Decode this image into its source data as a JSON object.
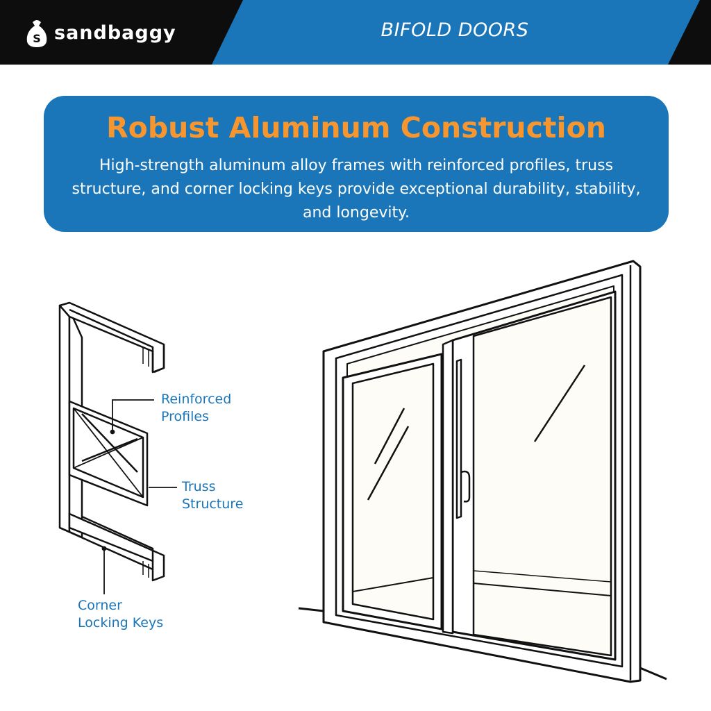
{
  "header": {
    "logo_text": "sandbaggy",
    "logo_badge": "S",
    "title": "BIFOLD DOORS"
  },
  "banner": {
    "title": "Robust Aluminum Construction",
    "body": "High-strength aluminum alloy frames with reinforced profiles, truss structure, and corner locking keys provide exceptional durability, stability, and longevity."
  },
  "callouts": {
    "reinforced_line1": "Reinforced",
    "reinforced_line2": "Profiles",
    "truss_line1": "Truss",
    "truss_line2": "Structure",
    "corner_line1": "Corner",
    "corner_line2": "Locking Keys"
  },
  "colors": {
    "brand_blue": "#1a76b8",
    "accent_orange": "#f7962f",
    "header_black": "#0d0d0d"
  }
}
